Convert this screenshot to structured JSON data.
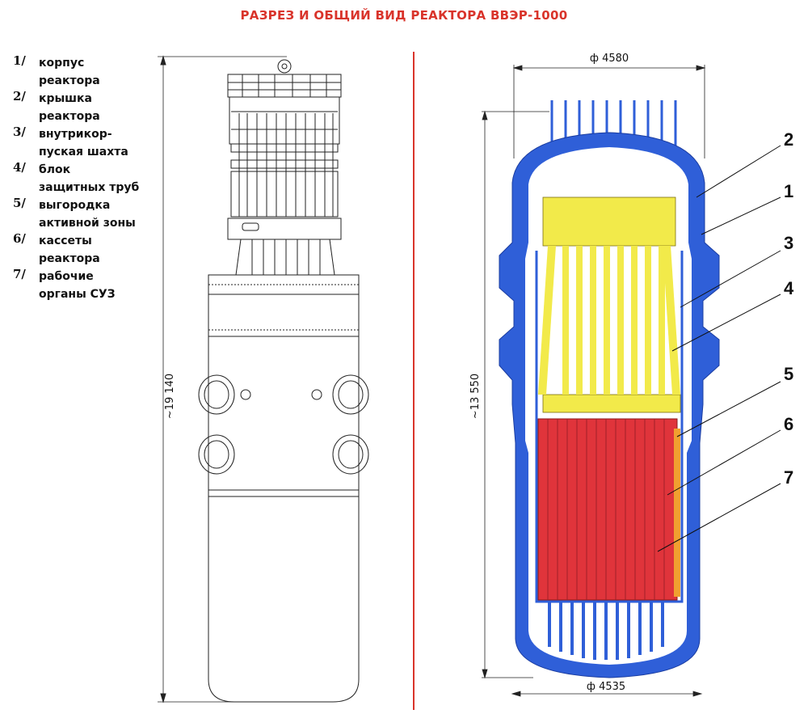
{
  "title": "РАЗРЕЗ И ОБЩИЙ ВИД РЕАКТОРА ВВЭР-1000",
  "legend": [
    {
      "num": "1/",
      "line1": "корпус",
      "line2": "реактора"
    },
    {
      "num": "2/",
      "line1": "крышка",
      "line2": "реактора"
    },
    {
      "num": "3/",
      "line1": "внутрикор-",
      "line2": "пуская шахта"
    },
    {
      "num": "4/",
      "line1": "блок",
      "line2": "защитных труб"
    },
    {
      "num": "5/",
      "line1": "выгородка",
      "line2": "активной зоны"
    },
    {
      "num": "6/",
      "line1": "кассеты",
      "line2": "реактора"
    },
    {
      "num": "7/",
      "line1": "рабочие",
      "line2": "органы СУЗ"
    }
  ],
  "dimensions": {
    "total_height": "~19 140",
    "core_height": "~13 550",
    "top_diameter": "ф 4580",
    "bottom_diameter": "ф 4535"
  },
  "callouts": [
    "2",
    "1",
    "3",
    "4",
    "5",
    "6",
    "7"
  ],
  "colors": {
    "title": "#d9342b",
    "vessel": "#2f5fd8",
    "block": "#f2ea4a",
    "core": "#e0343b",
    "divider": "#d9342b"
  }
}
